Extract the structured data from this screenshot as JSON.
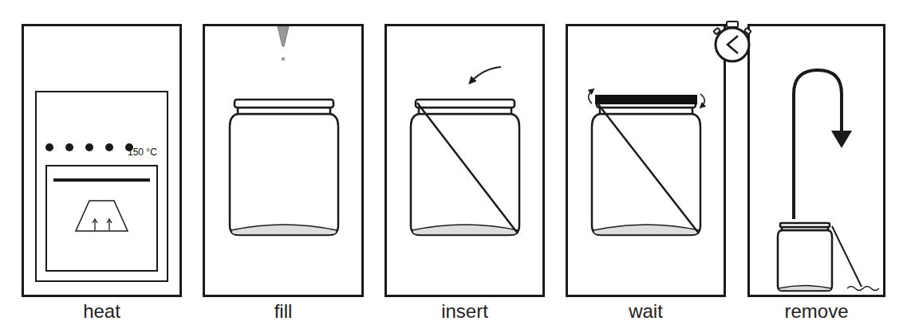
{
  "diagram": {
    "nodes": [
      {
        "text": [
          "heat"
        ]
      },
      {
        "text": [
          "fill"
        ]
      },
      {
        "text": [
          "insert"
        ]
      },
      {
        "text": [
          "wait"
        ]
      },
      {
        "text": [
          "remove"
        ]
      }
    ],
    "labels": [
      "150 °C"
    ]
  }
}
